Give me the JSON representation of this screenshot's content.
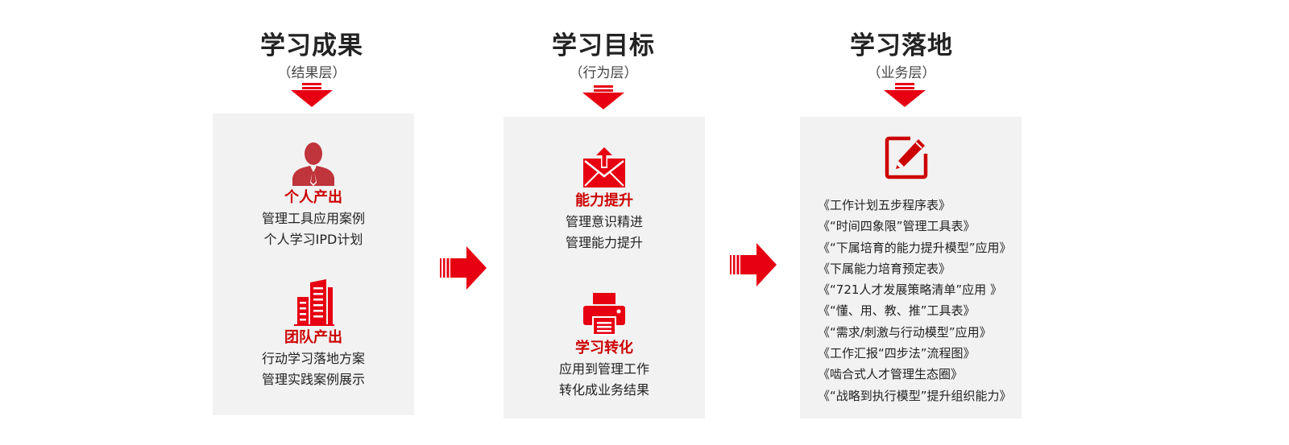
{
  "columns": [
    {
      "title": "学习成果",
      "subtitle": "（结果层）",
      "blocks": [
        {
          "icon": "businessman-icon",
          "title": "个人产出",
          "lines": [
            "管理工具应用案例",
            "个人学习IPD计划"
          ]
        },
        {
          "icon": "office-building-icon",
          "title": "团队产出",
          "lines": [
            "行动学习落地方案",
            "管理实践案例展示"
          ]
        }
      ]
    },
    {
      "title": "学习目标",
      "subtitle": "（行为层）",
      "blocks": [
        {
          "icon": "envelope-upload-icon",
          "title": "能力提升",
          "lines": [
            "管理意识精进",
            "管理能力提升"
          ]
        },
        {
          "icon": "printer-icon",
          "title": "学习转化",
          "lines": [
            "应用到管理工作",
            "转化成业务结果"
          ]
        }
      ]
    },
    {
      "title": "学习落地",
      "subtitle": "（业务层）",
      "icon": "edit-pencil-icon",
      "items": [
        "《工作计划五步程序表》",
        "《“时间四象限”管理工具表》",
        "《“下属培育的能力提升模型”应用》",
        "《下属能力培育预定表》",
        "《“721人才发展策略清单”应用 》",
        "《“懂、用、教、推”工具表》",
        "《“需求/刺激与行动模型”应用》",
        "《工作汇报“四步法”流程图》",
        "《啮合式人才管理生态圈》",
        "《“战略到执行模型”提升组织能力》"
      ]
    }
  ],
  "colors": {
    "accent_red": "#e60012",
    "dark_red": "#c00000",
    "panel_gray": "#f2f2f2"
  }
}
